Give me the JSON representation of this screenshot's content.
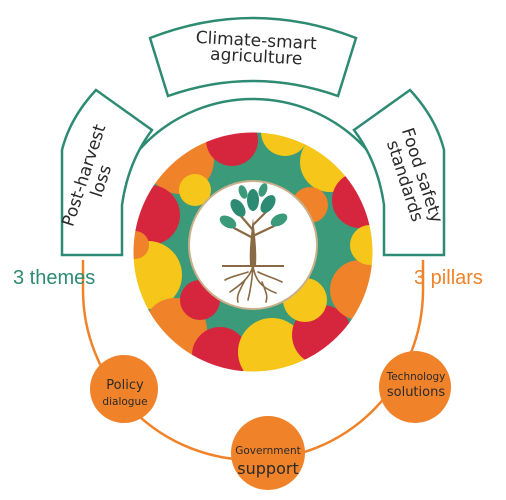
{
  "themes": {
    "label": "3 themes",
    "items": [
      {
        "line1": "Post-harvest",
        "line2": "loss"
      },
      {
        "line1": "Climate-smart",
        "line2": "agriculture"
      },
      {
        "line1": "Food safety",
        "line2": "standards"
      }
    ]
  },
  "pillars": {
    "label": "3 pillars",
    "items": [
      {
        "line1": "Policy",
        "line2": "dialogue"
      },
      {
        "line1": "Government",
        "line2": "support"
      },
      {
        "line1": "Technology",
        "line2": "solutions"
      }
    ]
  },
  "colors": {
    "green": "#2e8b73",
    "orange": "#f0822a",
    "red": "#d6263d",
    "yellow": "#f7c61a",
    "teal": "#3a9a7a",
    "outline": "#2e8b73"
  },
  "center_icon": "tree-with-roots-icon"
}
